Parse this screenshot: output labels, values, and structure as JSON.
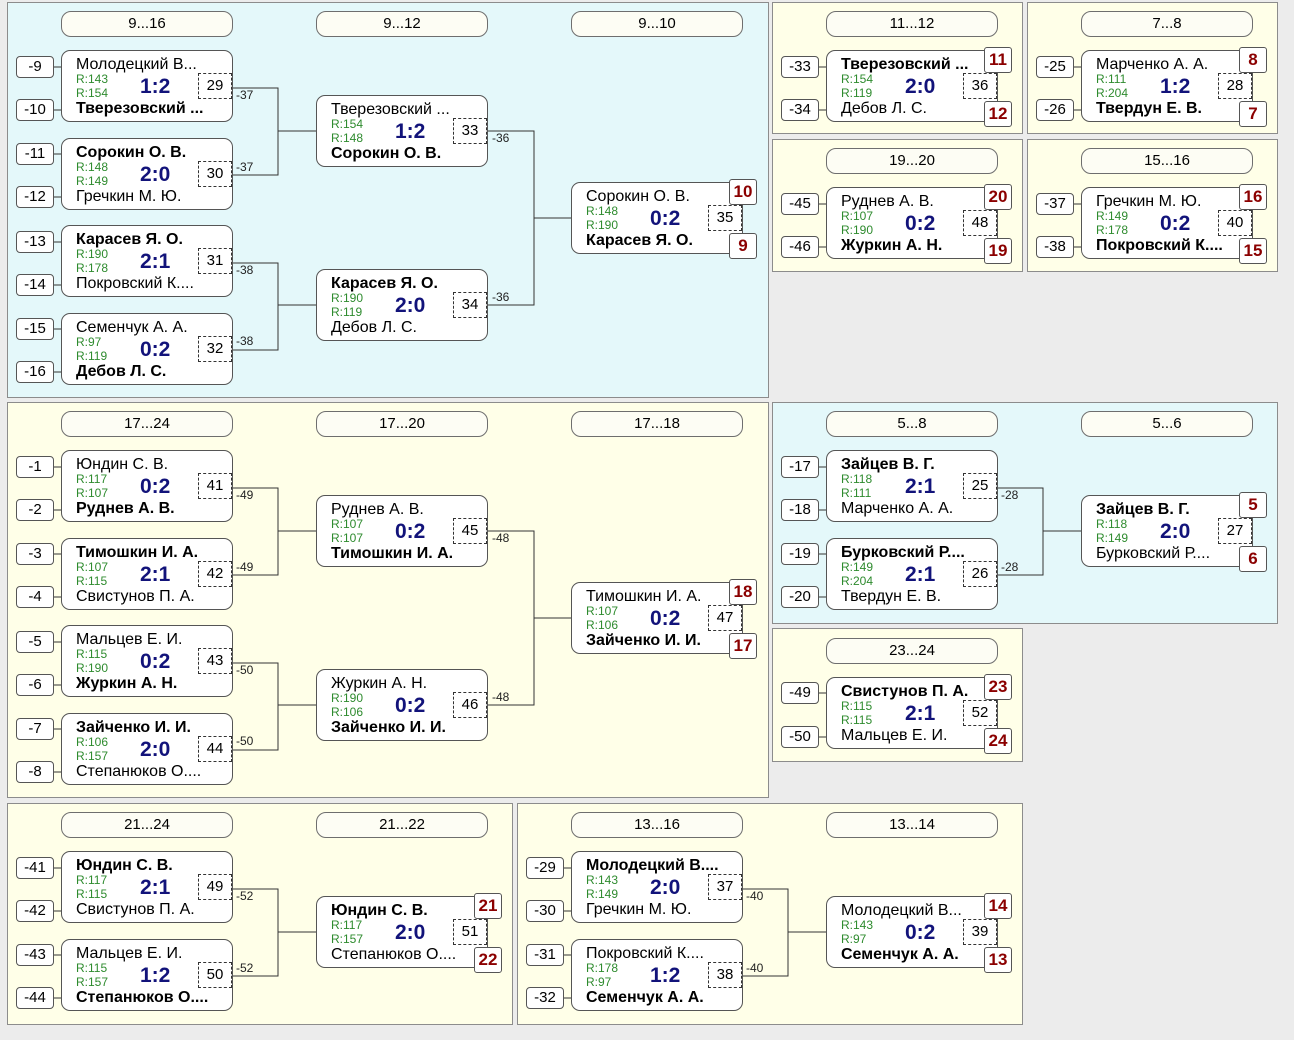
{
  "panels": [
    {
      "id": "9-16",
      "color": "blue",
      "headers": [
        "9...16",
        "9...12",
        "9...10"
      ],
      "seeds": [
        "-9",
        "-10",
        "-11",
        "-12",
        "-13",
        "-14",
        "-15",
        "-16"
      ],
      "matches": [
        {
          "p1": "Молодецкий В...",
          "r1": "R:143",
          "p2": "Тверезовский ...",
          "r2": "R:154",
          "score": "1:2",
          "num": "29",
          "winner": 2,
          "out": "-37"
        },
        {
          "p1": "Сорокин О. В.",
          "r1": "R:148",
          "p2": "Гречкин М. Ю.",
          "r2": "R:149",
          "score": "2:0",
          "num": "30",
          "winner": 1,
          "out": "-37"
        },
        {
          "p1": "Карасев Я. О.",
          "r1": "R:190",
          "p2": "Покровский К....",
          "r2": "R:178",
          "score": "2:1",
          "num": "31",
          "winner": 1,
          "out": "-38"
        },
        {
          "p1": "Семенчук А. А.",
          "r1": "R:97",
          "p2": "Дебов Л. С.",
          "r2": "R:119",
          "score": "0:2",
          "num": "32",
          "winner": 2,
          "out": "-38"
        },
        {
          "p1": "Тверезовский ...",
          "r1": "R:154",
          "p2": "Сорокин О. В.",
          "r2": "R:148",
          "score": "1:2",
          "num": "33",
          "winner": 2,
          "out": "-36"
        },
        {
          "p1": "Карасев Я. О.",
          "r1": "R:190",
          "p2": "Дебов Л. С.",
          "r2": "R:119",
          "score": "2:0",
          "num": "34",
          "winner": 1,
          "out": "-36"
        },
        {
          "p1": "Сорокин О. В.",
          "r1": "R:148",
          "p2": "Карасев Я. О.",
          "r2": "R:190",
          "score": "0:2",
          "num": "35",
          "winner": 2,
          "pl1": "10",
          "pl2": "9"
        }
      ]
    },
    {
      "id": "11-12",
      "color": "yellow",
      "headers": [
        "11...12"
      ],
      "seeds": [
        "-33",
        "-34"
      ],
      "matches": [
        {
          "p1": "Тверезовский ...",
          "r1": "R:154",
          "p2": "Дебов Л. С.",
          "r2": "R:119",
          "score": "2:0",
          "num": "36",
          "winner": 1,
          "pl1": "11",
          "pl2": "12"
        }
      ]
    },
    {
      "id": "7-8",
      "color": "yellow",
      "headers": [
        "7...8"
      ],
      "seeds": [
        "-25",
        "-26"
      ],
      "matches": [
        {
          "p1": "Марченко А. А.",
          "r1": "R:111",
          "p2": "Твердун Е. В.",
          "r2": "R:204",
          "score": "1:2",
          "num": "28",
          "winner": 2,
          "pl1": "8",
          "pl2": "7"
        }
      ]
    },
    {
      "id": "19-20",
      "color": "yellow",
      "headers": [
        "19...20"
      ],
      "seeds": [
        "-45",
        "-46"
      ],
      "matches": [
        {
          "p1": "Руднев А. В.",
          "r1": "R:107",
          "p2": "Журкин А. Н.",
          "r2": "R:190",
          "score": "0:2",
          "num": "48",
          "winner": 2,
          "pl1": "20",
          "pl2": "19"
        }
      ]
    },
    {
      "id": "15-16",
      "color": "yellow",
      "headers": [
        "15...16"
      ],
      "seeds": [
        "-37",
        "-38"
      ],
      "matches": [
        {
          "p1": "Гречкин М. Ю.",
          "r1": "R:149",
          "p2": "Покровский К....",
          "r2": "R:178",
          "score": "0:2",
          "num": "40",
          "winner": 2,
          "pl1": "16",
          "pl2": "15"
        }
      ]
    },
    {
      "id": "17-24",
      "color": "yellow",
      "headers": [
        "17...24",
        "17...20",
        "17...18"
      ],
      "seeds": [
        "-1",
        "-2",
        "-3",
        "-4",
        "-5",
        "-6",
        "-7",
        "-8"
      ],
      "matches": [
        {
          "p1": "Юндин С. В.",
          "r1": "R:117",
          "p2": "Руднев А. В.",
          "r2": "R:107",
          "score": "0:2",
          "num": "41",
          "winner": 2,
          "out": "-49"
        },
        {
          "p1": "Тимошкин И. А.",
          "r1": "R:107",
          "p2": "Свистунов П. А.",
          "r2": "R:115",
          "score": "2:1",
          "num": "42",
          "winner": 1,
          "out": "-49"
        },
        {
          "p1": "Мальцев Е. И.",
          "r1": "R:115",
          "p2": "Журкин А. Н.",
          "r2": "R:190",
          "score": "0:2",
          "num": "43",
          "winner": 2,
          "out": "-50"
        },
        {
          "p1": "Зайченко И. И.",
          "r1": "R:106",
          "p2": "Степанюков О....",
          "r2": "R:157",
          "score": "2:0",
          "num": "44",
          "winner": 1,
          "out": "-50"
        },
        {
          "p1": "Руднев А. В.",
          "r1": "R:107",
          "p2": "Тимошкин И. А.",
          "r2": "R:107",
          "score": "0:2",
          "num": "45",
          "winner": 2,
          "out": "-48"
        },
        {
          "p1": "Журкин А. Н.",
          "r1": "R:190",
          "p2": "Зайченко И. И.",
          "r2": "R:106",
          "score": "0:2",
          "num": "46",
          "winner": 2,
          "out": "-48"
        },
        {
          "p1": "Тимошкин И. А.",
          "r1": "R:107",
          "p2": "Зайченко И. И.",
          "r2": "R:106",
          "score": "0:2",
          "num": "47",
          "winner": 2,
          "pl1": "18",
          "pl2": "17"
        }
      ]
    },
    {
      "id": "5-8",
      "color": "blue",
      "headers": [
        "5...8",
        "5...6"
      ],
      "seeds": [
        "-17",
        "-18",
        "-19",
        "-20"
      ],
      "matches": [
        {
          "p1": "Зайцев В. Г.",
          "r1": "R:118",
          "p2": "Марченко А. А.",
          "r2": "R:111",
          "score": "2:1",
          "num": "25",
          "winner": 1,
          "out": "-28"
        },
        {
          "p1": "Бурковский Р....",
          "r1": "R:149",
          "p2": "Твердун Е. В.",
          "r2": "R:204",
          "score": "2:1",
          "num": "26",
          "winner": 1,
          "out": "-28"
        },
        {
          "p1": "Зайцев В. Г.",
          "r1": "R:118",
          "p2": "Бурковский Р....",
          "r2": "R:149",
          "score": "2:0",
          "num": "27",
          "winner": 1,
          "pl1": "5",
          "pl2": "6"
        }
      ]
    },
    {
      "id": "23-24",
      "color": "yellow",
      "headers": [
        "23...24"
      ],
      "seeds": [
        "-49",
        "-50"
      ],
      "matches": [
        {
          "p1": "Свистунов П. А.",
          "r1": "R:115",
          "p2": "Мальцев Е. И.",
          "r2": "R:115",
          "score": "2:1",
          "num": "52",
          "winner": 1,
          "pl1": "23",
          "pl2": "24"
        }
      ]
    },
    {
      "id": "21-24",
      "color": "yellow",
      "headers": [
        "21...24",
        "21...22"
      ],
      "seeds": [
        "-41",
        "-42",
        "-43",
        "-44"
      ],
      "matches": [
        {
          "p1": "Юндин С. В.",
          "r1": "R:117",
          "p2": "Свистунов П. А.",
          "r2": "R:115",
          "score": "2:1",
          "num": "49",
          "winner": 1,
          "out": "-52"
        },
        {
          "p1": "Мальцев Е. И.",
          "r1": "R:115",
          "p2": "Степанюков О....",
          "r2": "R:157",
          "score": "1:2",
          "num": "50",
          "winner": 2,
          "out": "-52"
        },
        {
          "p1": "Юндин С. В.",
          "r1": "R:117",
          "p2": "Степанюков О....",
          "r2": "R:157",
          "score": "2:0",
          "num": "51",
          "winner": 1,
          "pl1": "21",
          "pl2": "22"
        }
      ]
    },
    {
      "id": "13-16",
      "color": "yellow",
      "headers": [
        "13...16",
        "13...14"
      ],
      "seeds": [
        "-29",
        "-30",
        "-31",
        "-32"
      ],
      "matches": [
        {
          "p1": "Молодецкий В....",
          "r1": "R:143",
          "p2": "Гречкин М. Ю.",
          "r2": "R:149",
          "score": "2:0",
          "num": "37",
          "winner": 1,
          "out": "-40"
        },
        {
          "p1": "Покровский К....",
          "r1": "R:178",
          "p2": "Семенчук А. А.",
          "r2": "R:97",
          "score": "1:2",
          "num": "38",
          "winner": 2,
          "out": "-40"
        },
        {
          "p1": "Молодецкий В...",
          "r1": "R:143",
          "p2": "Семенчук А. А.",
          "r2": "R:97",
          "score": "0:2",
          "num": "39",
          "winner": 2,
          "pl1": "14",
          "pl2": "13"
        }
      ]
    }
  ]
}
